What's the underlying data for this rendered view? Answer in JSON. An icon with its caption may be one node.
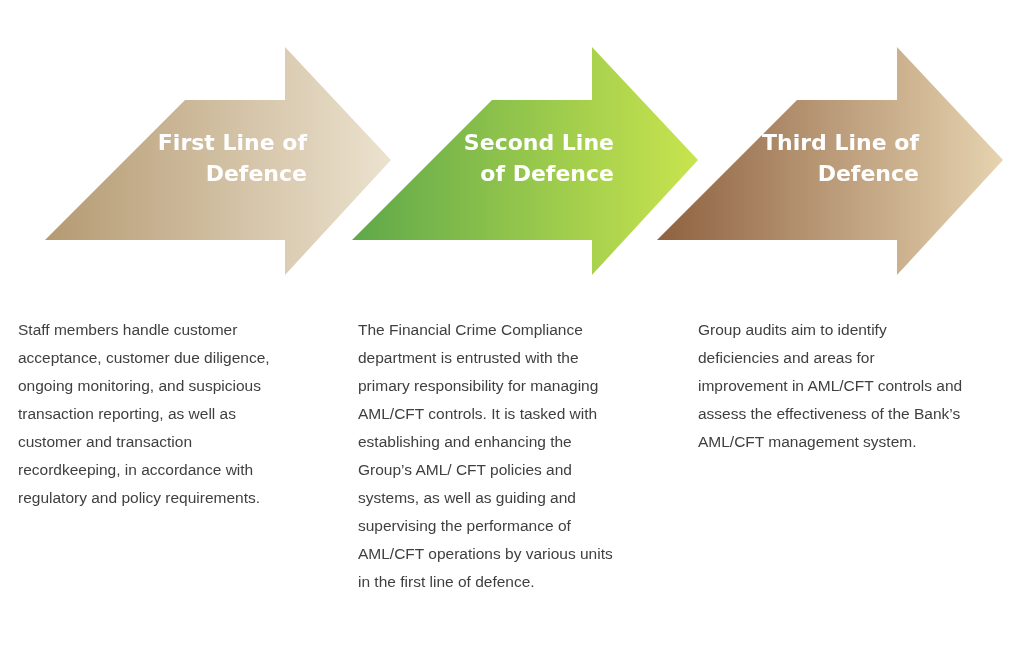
{
  "diagram": {
    "nodes": [
      {
        "text": [
          "First Line of Defence"
        ],
        "beside": [
          "Staff members handle customer acceptance, customer due diligence, ongoing monitoring, and suspicious transaction reporting, as well as customer and transaction recordkeeping, in accordance with regulatory and policy requirements."
        ]
      },
      {
        "text": [
          "Second Line of Defence"
        ],
        "beside": [
          "The Financial Crime Compliance department is entrusted with the primary responsibility for managing AML/CFT controls. It is tasked with establishing and enhancing the Group’s AML/ CFT policies and systems, as well as guiding and supervising the performance of AML/CFT operations by various units in the first line of defence."
        ]
      },
      {
        "text": [
          "Third Line of Defence"
        ],
        "beside": [
          "Group audits aim to identify deficiencies and areas for improvement in AML/CFT controls and assess the effectiveness of the Bank’s AML/CFT management system."
        ]
      }
    ]
  }
}
